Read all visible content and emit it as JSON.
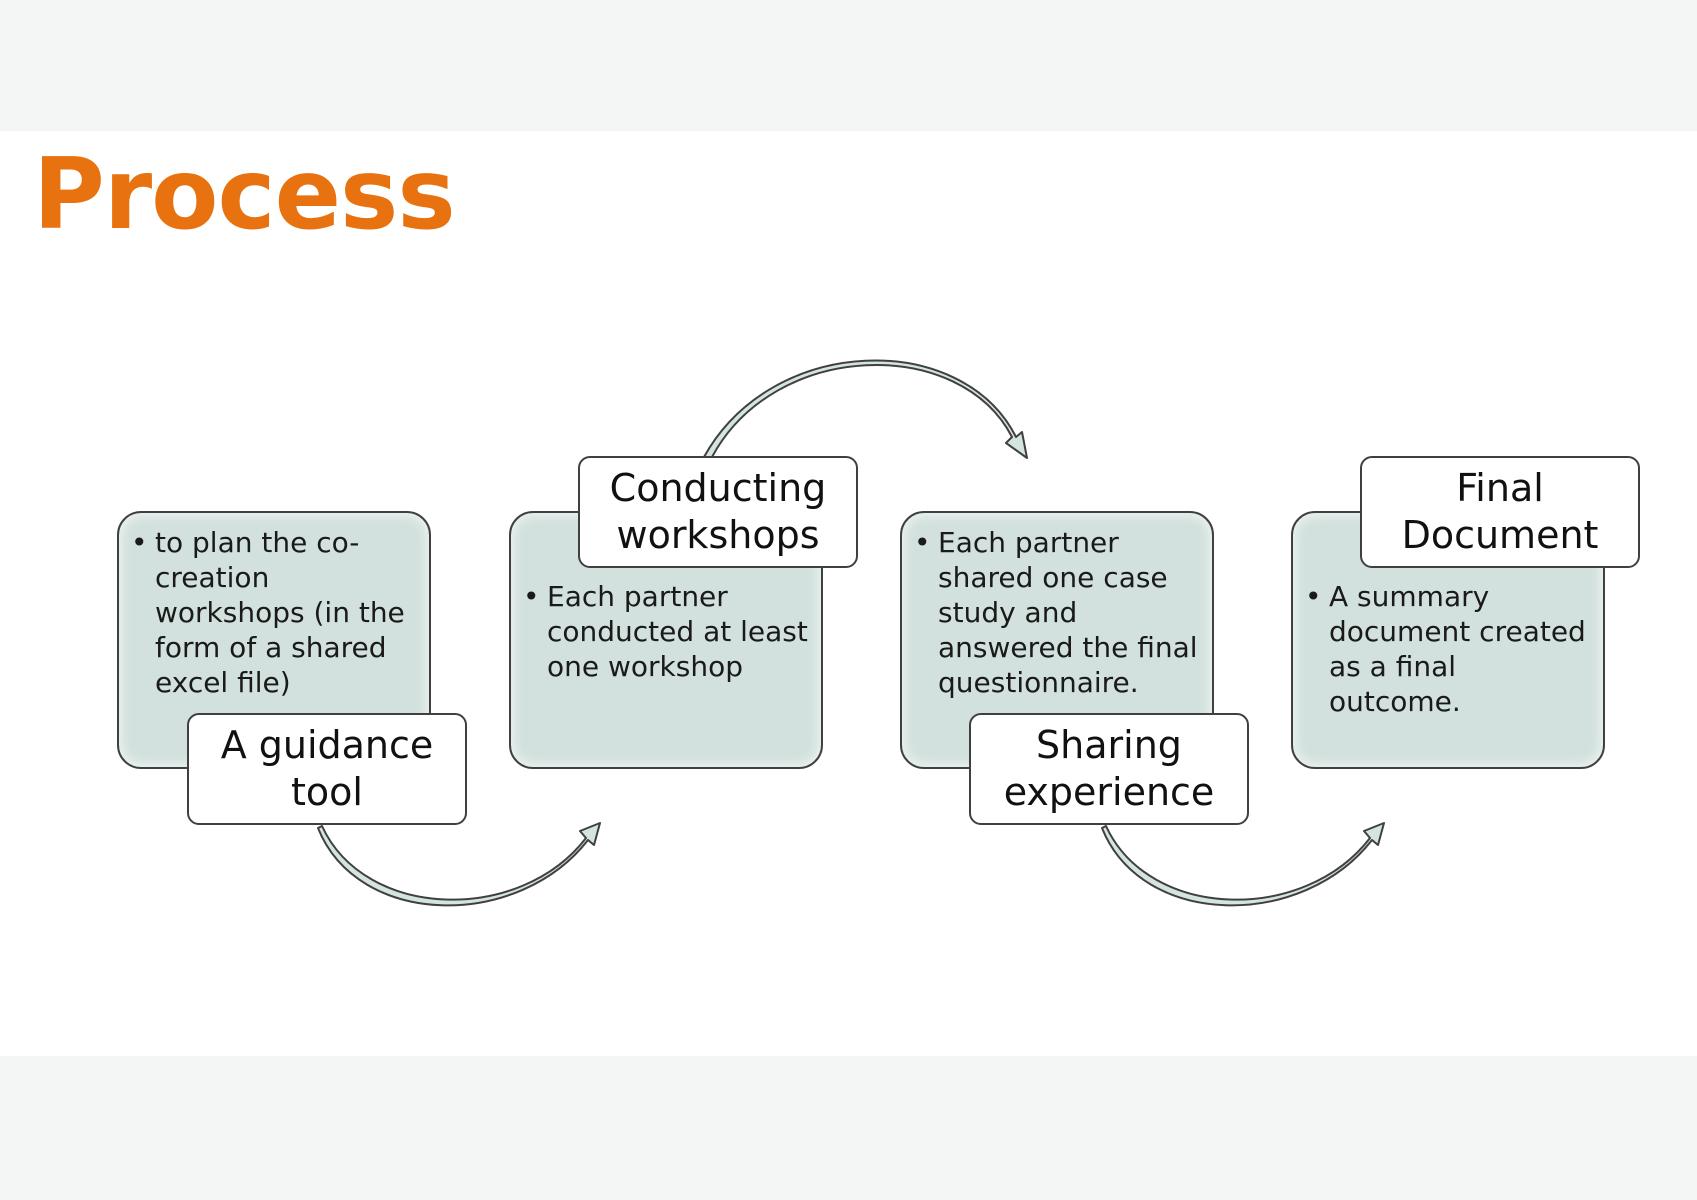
{
  "title": "Process",
  "steps": [
    {
      "label": "A guidance tool",
      "bullets": [
        "to plan the co-creation workshops (in the form of a shared excel file)"
      ]
    },
    {
      "label": "Conducting workshops",
      "bullets": [
        "Each partner conducted at least one workshop"
      ]
    },
    {
      "label": "Sharing experience",
      "bullets": [
        "Each partner shared one case study and answered the final questionnaire."
      ]
    },
    {
      "label": "Final Document",
      "bullets": [
        "A summary document created as a final outcome."
      ]
    }
  ],
  "colors": {
    "title": "#e8720f",
    "card_fill": "#d2e1dd",
    "arrow_fill": "#d4e4e0",
    "border": "#404040"
  }
}
